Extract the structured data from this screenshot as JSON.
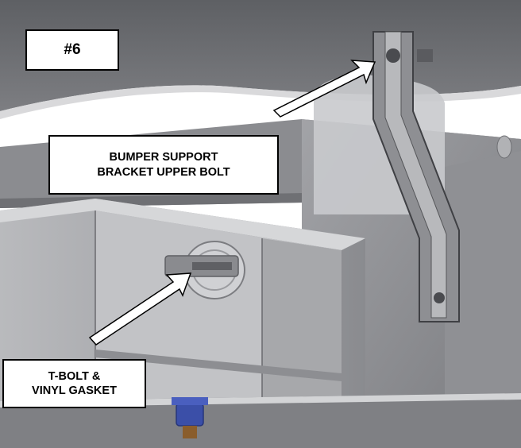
{
  "step_label": "#6",
  "callouts": {
    "bracket": {
      "line1": "BUMPER SUPPORT",
      "line2": "BRACKET UPPER BOLT"
    },
    "tbolt": {
      "line1": "T-BOLT &",
      "line2": "VINYL GASKET"
    }
  },
  "colors": {
    "background": "#ffffff",
    "panel_dark": "#6d6e72",
    "panel_mid": "#9c9da1",
    "panel_light": "#c8c9cc",
    "bracket_fill": "#8e8f93",
    "bolt_accent": "#3b4fa8",
    "arrow_fill": "#ffffff",
    "outline": "#000000"
  },
  "icons": {
    "bracket_arrow": "arrow-up-right-icon",
    "tbolt_arrow": "arrow-up-right-icon"
  }
}
